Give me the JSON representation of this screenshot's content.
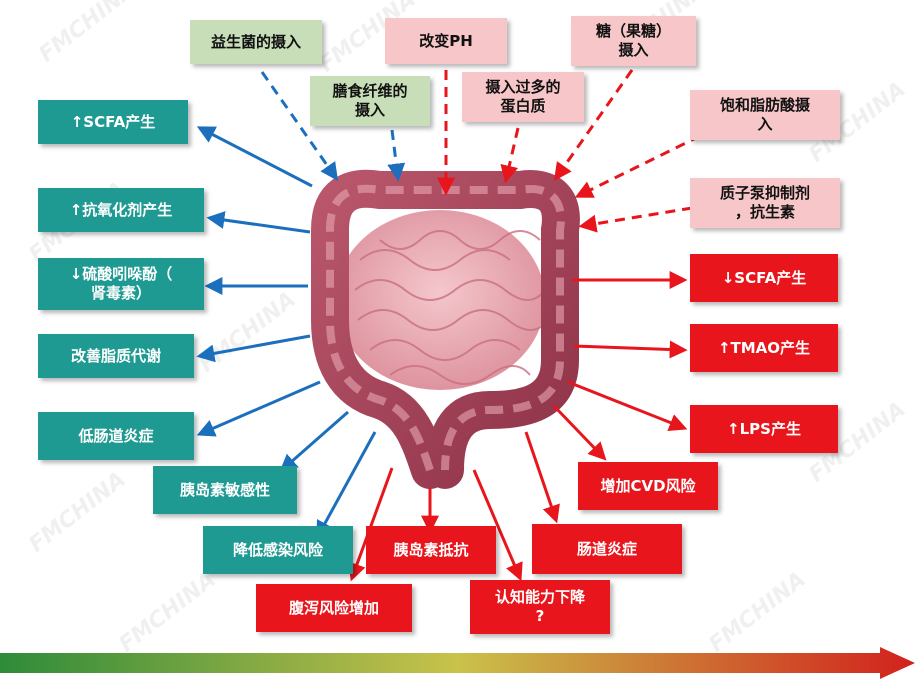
{
  "watermark": "FMCHINA",
  "colors": {
    "input_beneficial": "#c8deb9",
    "input_harmful": "#f7c6c8",
    "effect_beneficial": "#1f9a92",
    "effect_harmful": "#e8151c",
    "arrow_blue": "#1b6fbd",
    "arrow_red": "#e8151c"
  },
  "inputs_beneficial": [
    {
      "label": "益生菌的摄入"
    },
    {
      "label": "膳食纤维的\n摄入"
    }
  ],
  "inputs_harmful": [
    {
      "label": "改变PH"
    },
    {
      "label": "糖（果糖）\n摄入"
    },
    {
      "label": "摄入过多的\n蛋白质"
    },
    {
      "label": "饱和脂肪酸摄\n入"
    },
    {
      "label": "质子泵抑制剂\n，抗生素"
    }
  ],
  "effects_beneficial": [
    {
      "label": "↑SCFA产生"
    },
    {
      "label": "↑抗氧化剂产生"
    },
    {
      "label": "↓硫酸吲哚酚（\n肾毒素）"
    },
    {
      "label": "改善脂质代谢"
    },
    {
      "label": "低肠道炎症"
    },
    {
      "label": "胰岛素敏感性"
    },
    {
      "label": "降低感染风险"
    }
  ],
  "effects_harmful": [
    {
      "label": "↓SCFA产生"
    },
    {
      "label": "↑TMAO产生"
    },
    {
      "label": "↑LPS产生"
    },
    {
      "label": "增加CVD风险"
    },
    {
      "label": "肠道炎症"
    },
    {
      "label": "胰岛素抵抗"
    },
    {
      "label": "腹泻风险增加"
    },
    {
      "label": "认知能力下降\n?"
    }
  ]
}
